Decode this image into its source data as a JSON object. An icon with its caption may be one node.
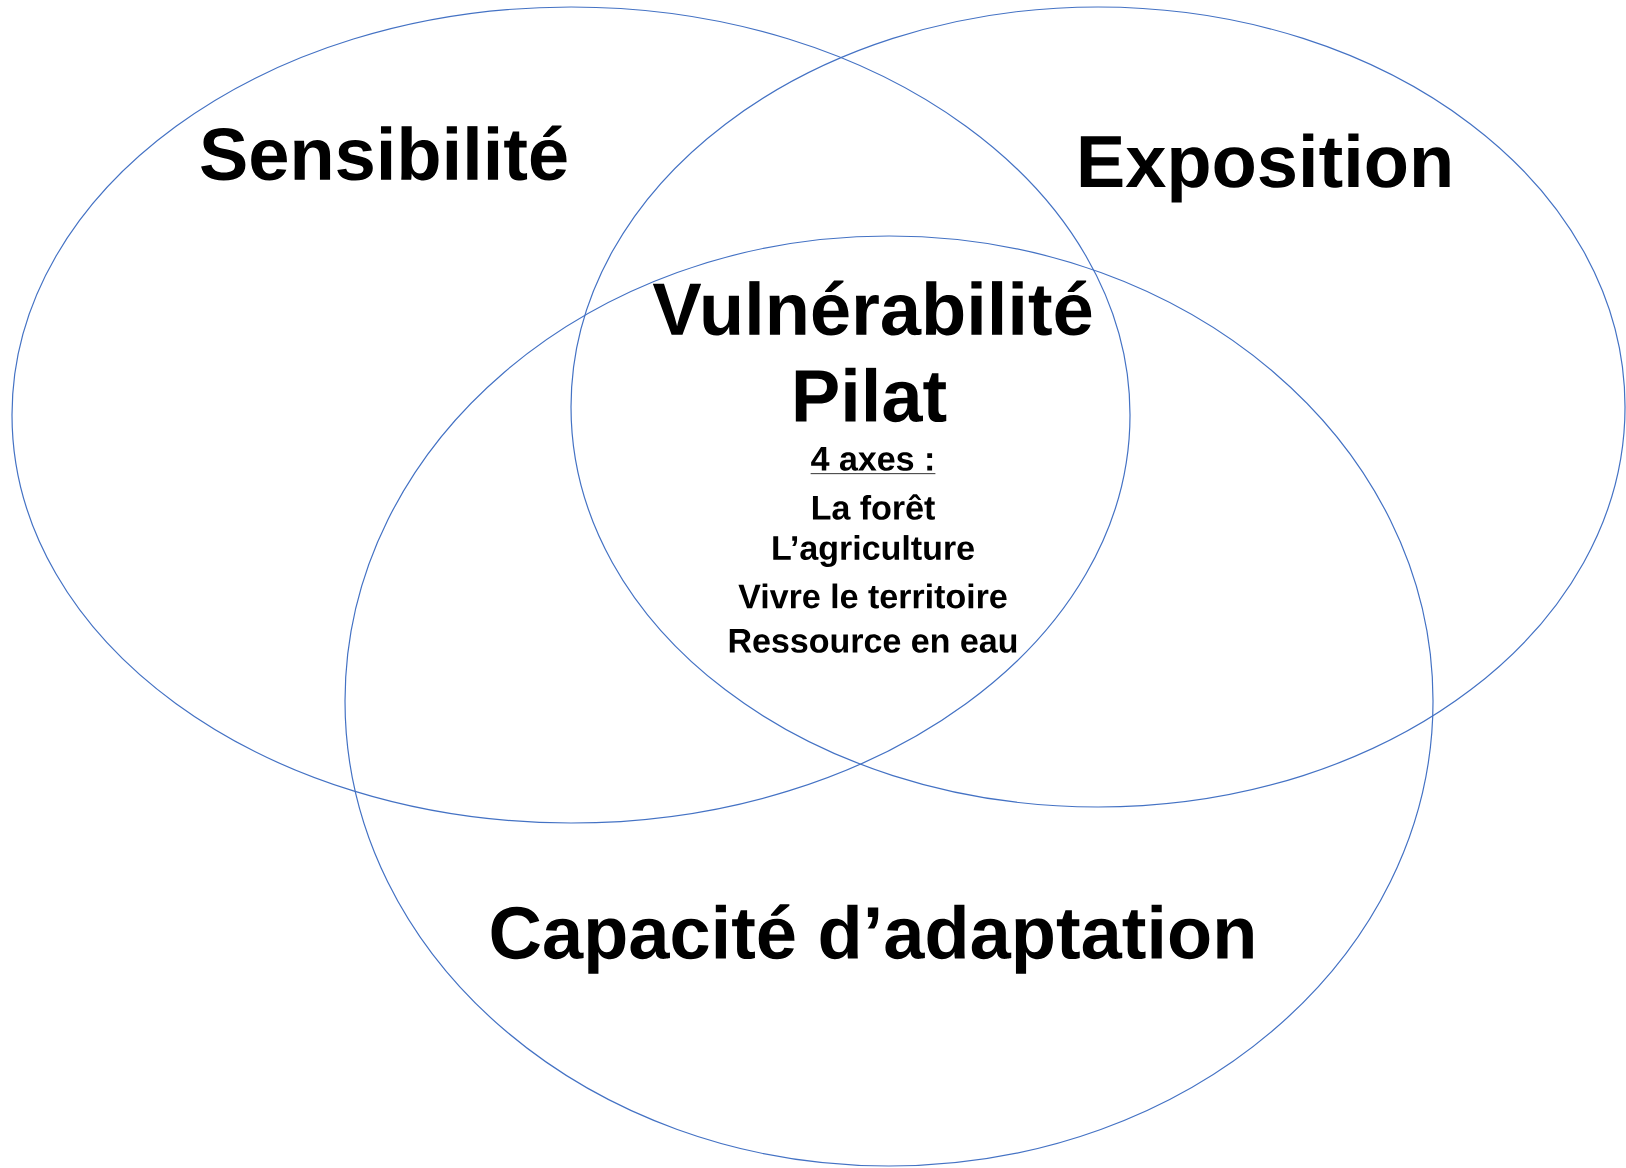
{
  "diagram": {
    "nodes": [
      {
        "text": [
          "Sensibilité"
        ]
      },
      {
        "text": [
          "Exposition"
        ]
      },
      {
        "text": [
          "Capacité d’adaptation"
        ]
      }
    ],
    "edges": [],
    "labels": [
      "Vulnérabilité",
      "Pilat",
      "4 axes :",
      "La forêt",
      "L’agriculture",
      "Vivre le territoire",
      "Ressource en eau"
    ]
  }
}
